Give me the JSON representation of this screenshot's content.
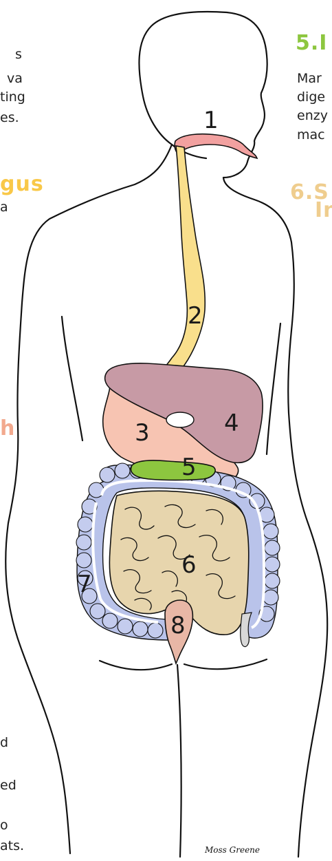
{
  "left_text": {
    "line1": "s",
    "line2": "va",
    "line3": "ting",
    "line4": "es.",
    "esophagus_fragment": "gus",
    "line5": "a",
    "stomach_fragment": "h",
    "bottom1": "d",
    "bottom2": "ed",
    "bottom3": "o",
    "bottom4": "ats."
  },
  "right_text": {
    "header5": "5.I",
    "line1": "Mar",
    "line2": "dige",
    "line3": "enzy",
    "line4": "mac",
    "header6a": "6.S",
    "header6b": "In"
  },
  "labels": [
    "1",
    "2",
    "3",
    "4",
    "5",
    "6",
    "7",
    "8"
  ],
  "signature": "Moss Greene",
  "colors": {
    "mouth": "#f2a1a0",
    "esophagus": "#f9df8c",
    "stomach": "#f7c4b2",
    "liver": "#c79aa5",
    "pancreas": "#8dc63f",
    "small_intestine": "#e7d5ad",
    "large_intestine": "#b9c3ea",
    "rectum": "#e8b7a6",
    "header_5": "#8dc63f",
    "header_6": "#efcd8e",
    "esophagus_text": "#f9c848",
    "stomach_text": "#f2a98e"
  }
}
